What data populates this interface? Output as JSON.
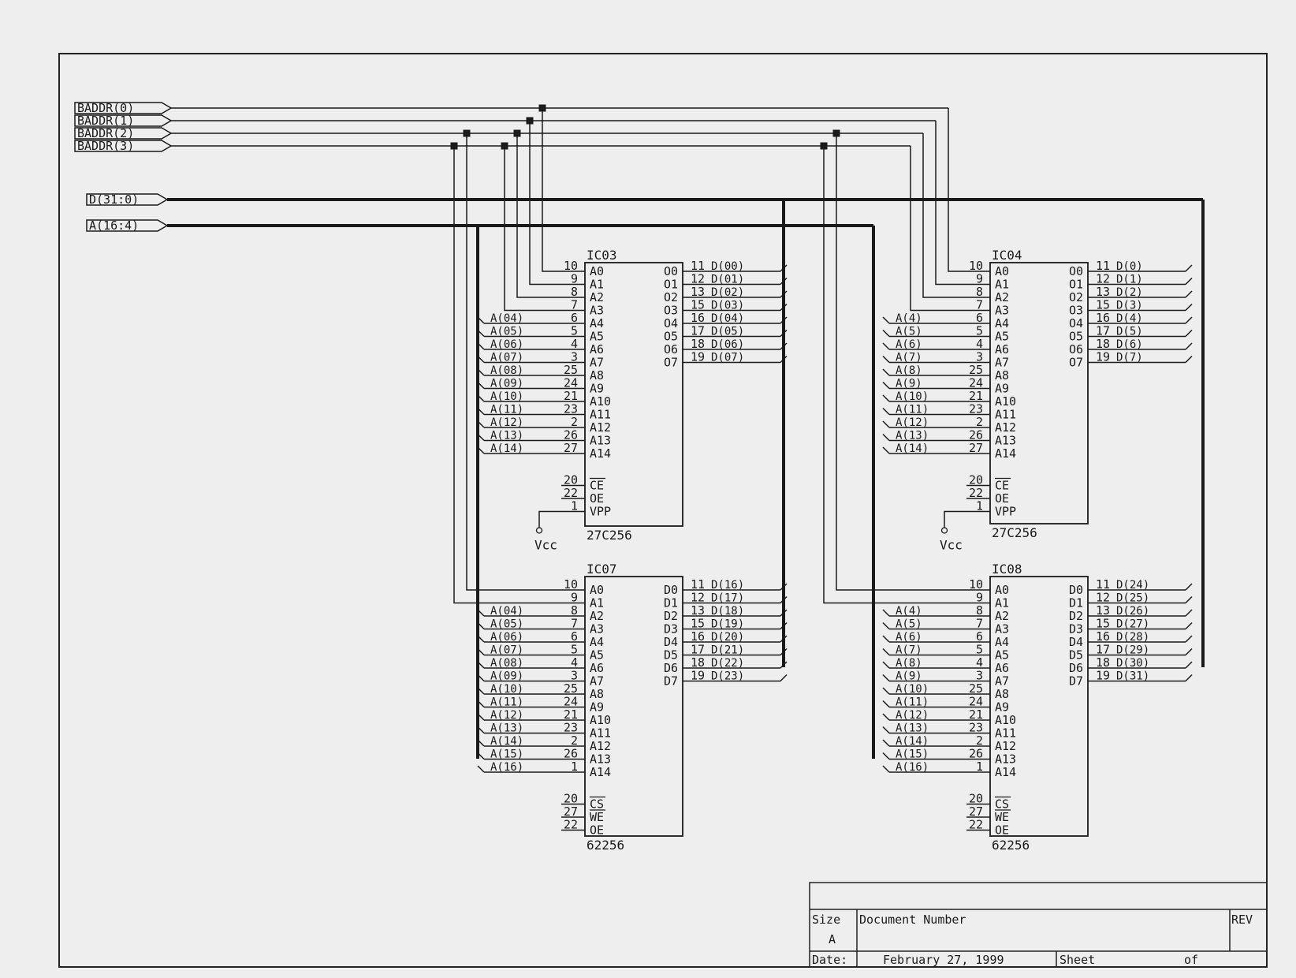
{
  "ports": {
    "baddr": [
      "BADDR(0)",
      "BADDR(1)",
      "BADDR(2)",
      "BADDR(3)"
    ],
    "data_bus": "D(31:0)",
    "addr_bus": "A(16:4)"
  },
  "vcc_label": "Vcc",
  "chips": [
    {
      "ref": "IC03",
      "part": "27C256",
      "addr_pins": [
        "10",
        "9",
        "8",
        "7",
        "6",
        "5",
        "4",
        "3",
        "25",
        "24",
        "21",
        "23",
        "2",
        "26",
        "27"
      ],
      "addr_nets": [
        "",
        "",
        "",
        "",
        "A(04)",
        "A(05)",
        "A(06)",
        "A(07)",
        "A(08)",
        "A(09)",
        "A(10)",
        "A(11)",
        "A(12)",
        "A(13)",
        "A(14)"
      ],
      "addr_labels": [
        "A0",
        "A1",
        "A2",
        "A3",
        "A4",
        "A5",
        "A6",
        "A7",
        "A8",
        "A9",
        "A10",
        "A11",
        "A12",
        "A13",
        "A14"
      ],
      "data_labels": [
        "O0",
        "O1",
        "O2",
        "O3",
        "O4",
        "O5",
        "O6",
        "O7"
      ],
      "data_pins": [
        "11",
        "12",
        "13",
        "15",
        "16",
        "17",
        "18",
        "19"
      ],
      "data_nets": [
        "D(00)",
        "D(01)",
        "D(02)",
        "D(03)",
        "D(04)",
        "D(05)",
        "D(06)",
        "D(07)"
      ],
      "ctrl_pins": [
        "20",
        "22",
        "1"
      ],
      "ctrl_labels": [
        "CE",
        "OE",
        "VPP"
      ]
    },
    {
      "ref": "IC04",
      "part": "27C256",
      "addr_pins": [
        "10",
        "9",
        "8",
        "7",
        "6",
        "5",
        "4",
        "3",
        "25",
        "24",
        "21",
        "23",
        "2",
        "26",
        "27"
      ],
      "addr_nets": [
        "",
        "",
        "",
        "",
        "A(4)",
        "A(5)",
        "A(6)",
        "A(7)",
        "A(8)",
        "A(9)",
        "A(10)",
        "A(11)",
        "A(12)",
        "A(13)",
        "A(14)"
      ],
      "addr_labels": [
        "A0",
        "A1",
        "A2",
        "A3",
        "A4",
        "A5",
        "A6",
        "A7",
        "A8",
        "A9",
        "A10",
        "A11",
        "A12",
        "A13",
        "A14"
      ],
      "data_labels": [
        "O0",
        "O1",
        "O2",
        "O3",
        "O4",
        "O5",
        "O6",
        "O7"
      ],
      "data_pins": [
        "11",
        "12",
        "13",
        "15",
        "16",
        "17",
        "18",
        "19"
      ],
      "data_nets": [
        "D(0)",
        "D(1)",
        "D(2)",
        "D(3)",
        "D(4)",
        "D(5)",
        "D(6)",
        "D(7)"
      ],
      "ctrl_pins": [
        "20",
        "22",
        "1"
      ],
      "ctrl_labels": [
        "CE",
        "OE",
        "VPP"
      ]
    },
    {
      "ref": "IC07",
      "part": "62256",
      "addr_pins": [
        "10",
        "9",
        "8",
        "7",
        "6",
        "5",
        "4",
        "3",
        "25",
        "24",
        "21",
        "23",
        "2",
        "26",
        "1"
      ],
      "addr_nets": [
        "",
        "",
        "A(04)",
        "A(05)",
        "A(06)",
        "A(07)",
        "A(08)",
        "A(09)",
        "A(10)",
        "A(11)",
        "A(12)",
        "A(13)",
        "A(14)",
        "A(15)",
        "A(16)"
      ],
      "addr_labels": [
        "A0",
        "A1",
        "A2",
        "A3",
        "A4",
        "A5",
        "A6",
        "A7",
        "A8",
        "A9",
        "A10",
        "A11",
        "A12",
        "A13",
        "A14"
      ],
      "data_labels": [
        "D0",
        "D1",
        "D2",
        "D3",
        "D4",
        "D5",
        "D6",
        "D7"
      ],
      "data_pins": [
        "11",
        "12",
        "13",
        "15",
        "16",
        "17",
        "18",
        "19"
      ],
      "data_nets": [
        "D(16)",
        "D(17)",
        "D(18)",
        "D(19)",
        "D(20)",
        "D(21)",
        "D(22)",
        "D(23)"
      ],
      "ctrl_pins": [
        "20",
        "27",
        "22"
      ],
      "ctrl_labels": [
        "CS",
        "WE",
        "OE"
      ]
    },
    {
      "ref": "IC08",
      "part": "62256",
      "addr_pins": [
        "10",
        "9",
        "8",
        "7",
        "6",
        "5",
        "4",
        "3",
        "25",
        "24",
        "21",
        "23",
        "2",
        "26",
        "1"
      ],
      "addr_nets": [
        "",
        "",
        "A(4)",
        "A(5)",
        "A(6)",
        "A(7)",
        "A(8)",
        "A(9)",
        "A(10)",
        "A(11)",
        "A(12)",
        "A(13)",
        "A(14)",
        "A(15)",
        "A(16)"
      ],
      "addr_labels": [
        "A0",
        "A1",
        "A2",
        "A3",
        "A4",
        "A5",
        "A6",
        "A7",
        "A8",
        "A9",
        "A10",
        "A11",
        "A12",
        "A13",
        "A14"
      ],
      "data_labels": [
        "D0",
        "D1",
        "D2",
        "D3",
        "D4",
        "D5",
        "D6",
        "D7"
      ],
      "data_pins": [
        "11",
        "12",
        "13",
        "15",
        "16",
        "17",
        "18",
        "19"
      ],
      "data_nets": [
        "D(24)",
        "D(25)",
        "D(26)",
        "D(27)",
        "D(28)",
        "D(29)",
        "D(30)",
        "D(31)"
      ],
      "ctrl_pins": [
        "20",
        "27",
        "22"
      ],
      "ctrl_labels": [
        "CS",
        "WE",
        "OE"
      ]
    }
  ],
  "title_block": {
    "size_label": "Size",
    "size_value": "A",
    "docnum_label": "Document Number",
    "rev_label": "REV",
    "date_label": "Date:",
    "date_value": "February 27, 1999",
    "sheet_label": "Sheet",
    "of_label": "of"
  }
}
